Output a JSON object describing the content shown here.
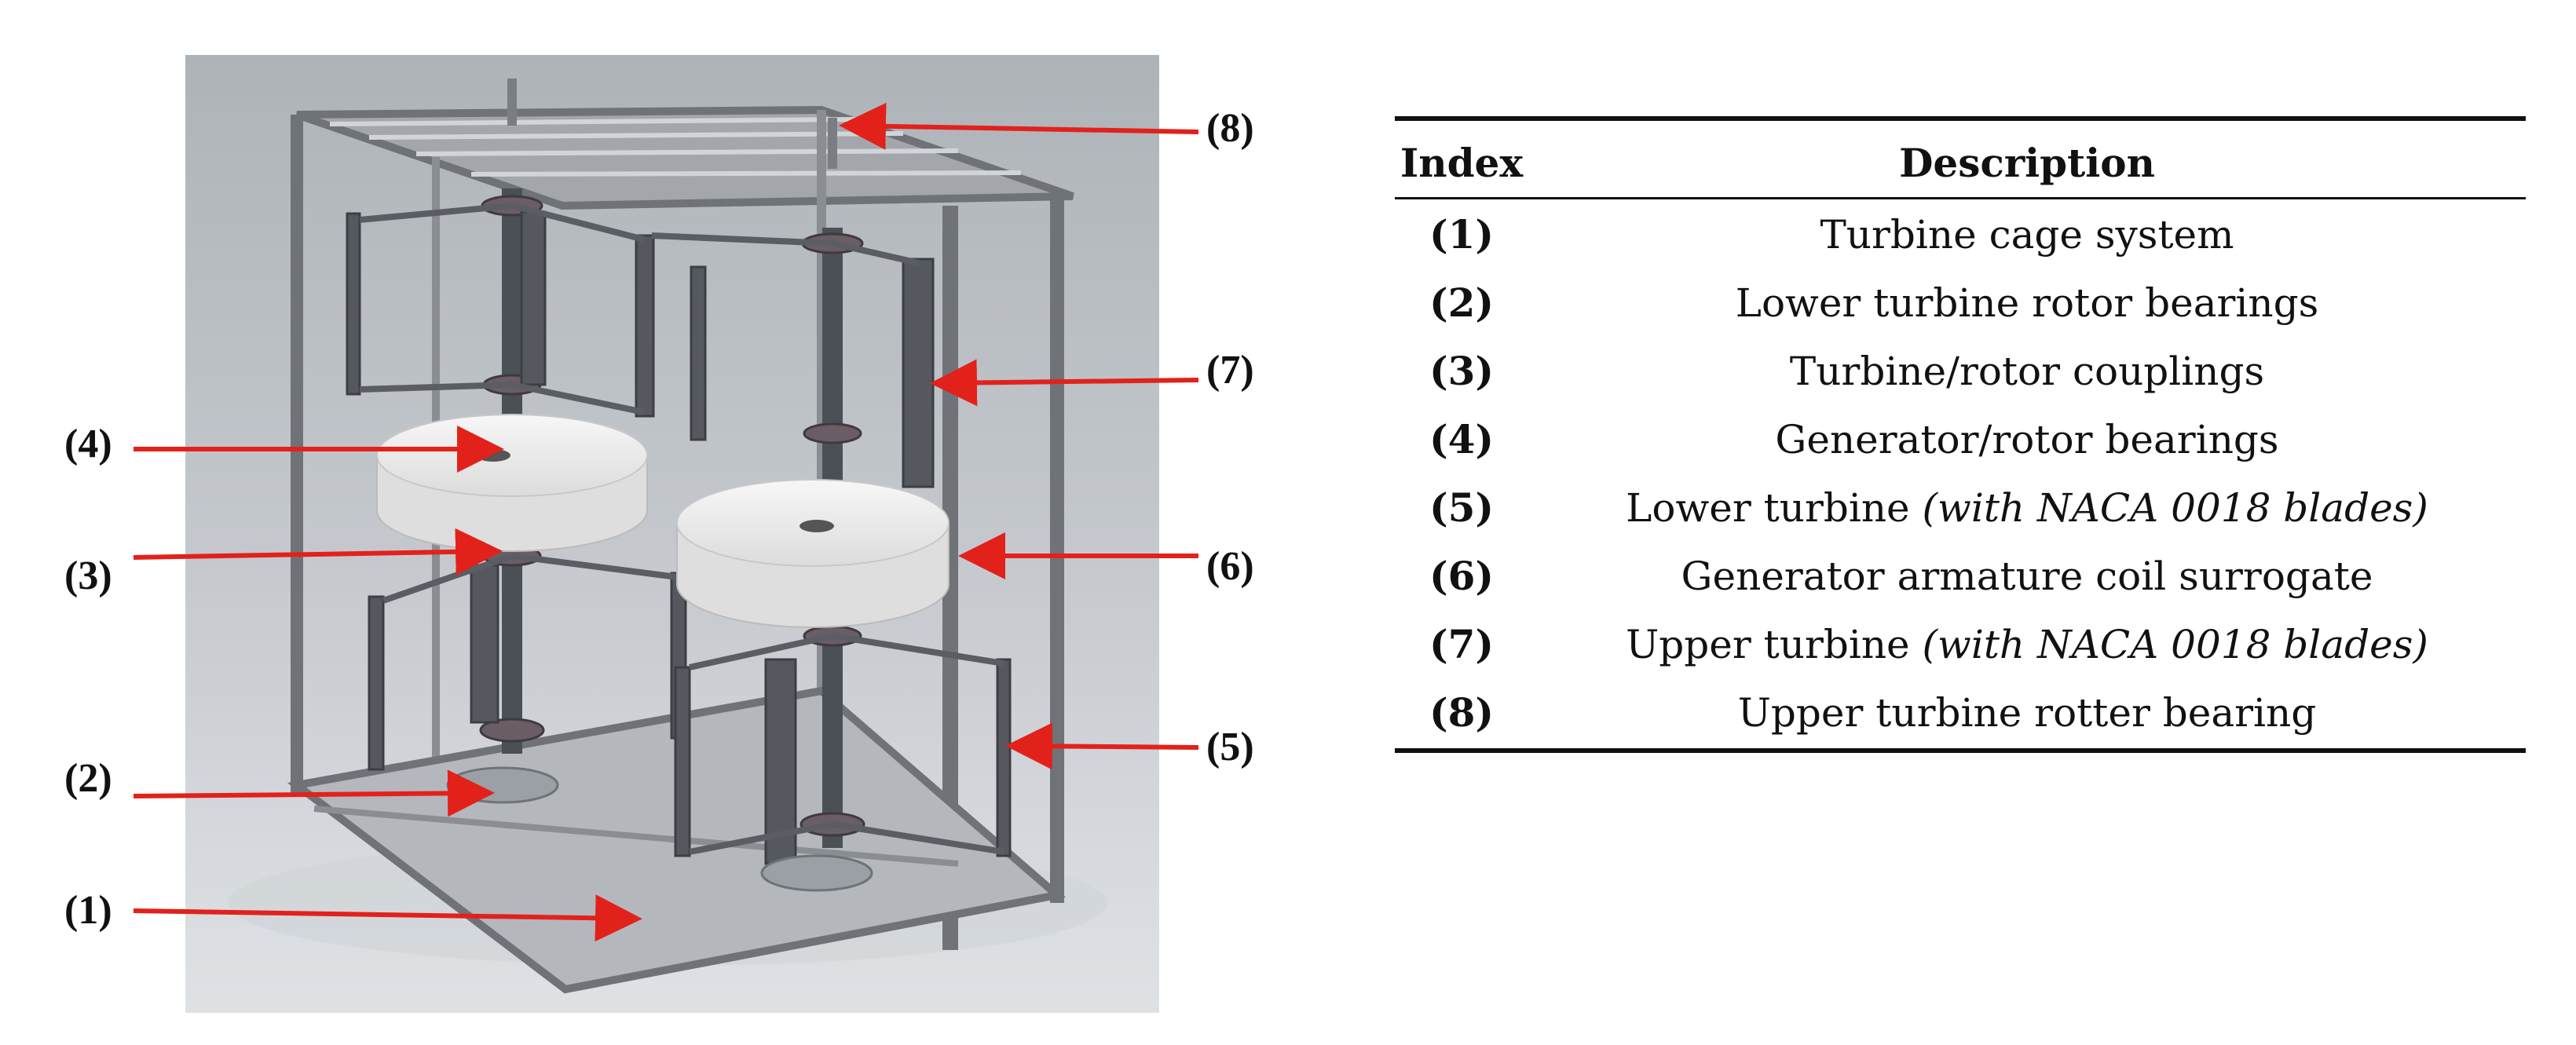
{
  "callouts": [
    {
      "label": "(1)"
    },
    {
      "label": "(2)"
    },
    {
      "label": "(3)"
    },
    {
      "label": "(4)"
    },
    {
      "label": "(5)"
    },
    {
      "label": "(6)"
    },
    {
      "label": "(7)"
    },
    {
      "label": "(8)"
    }
  ],
  "table": {
    "headers": {
      "index": "Index",
      "description": "Description"
    },
    "rows": [
      {
        "index": "(1)",
        "description": "Turbine cage system",
        "italic": ""
      },
      {
        "index": "(2)",
        "description": "Lower turbine rotor bearings",
        "italic": ""
      },
      {
        "index": "(3)",
        "description": "Turbine/rotor couplings",
        "italic": ""
      },
      {
        "index": "(4)",
        "description": "Generator/rotor bearings",
        "italic": ""
      },
      {
        "index": "(5)",
        "description": "Lower turbine ",
        "italic": "(with NACA 0018 blades)"
      },
      {
        "index": "(6)",
        "description": "Generator armature coil surrogate",
        "italic": ""
      },
      {
        "index": "(7)",
        "description": "Upper turbine ",
        "italic": "(with NACA 0018 blades)"
      },
      {
        "index": "(8)",
        "description": "Upper turbine rotter bearing",
        "italic": ""
      }
    ]
  },
  "colors": {
    "arrow": "#e3211b",
    "frame": "#7a7e83",
    "background": "#b7bcc1",
    "disc": "#efefef"
  }
}
